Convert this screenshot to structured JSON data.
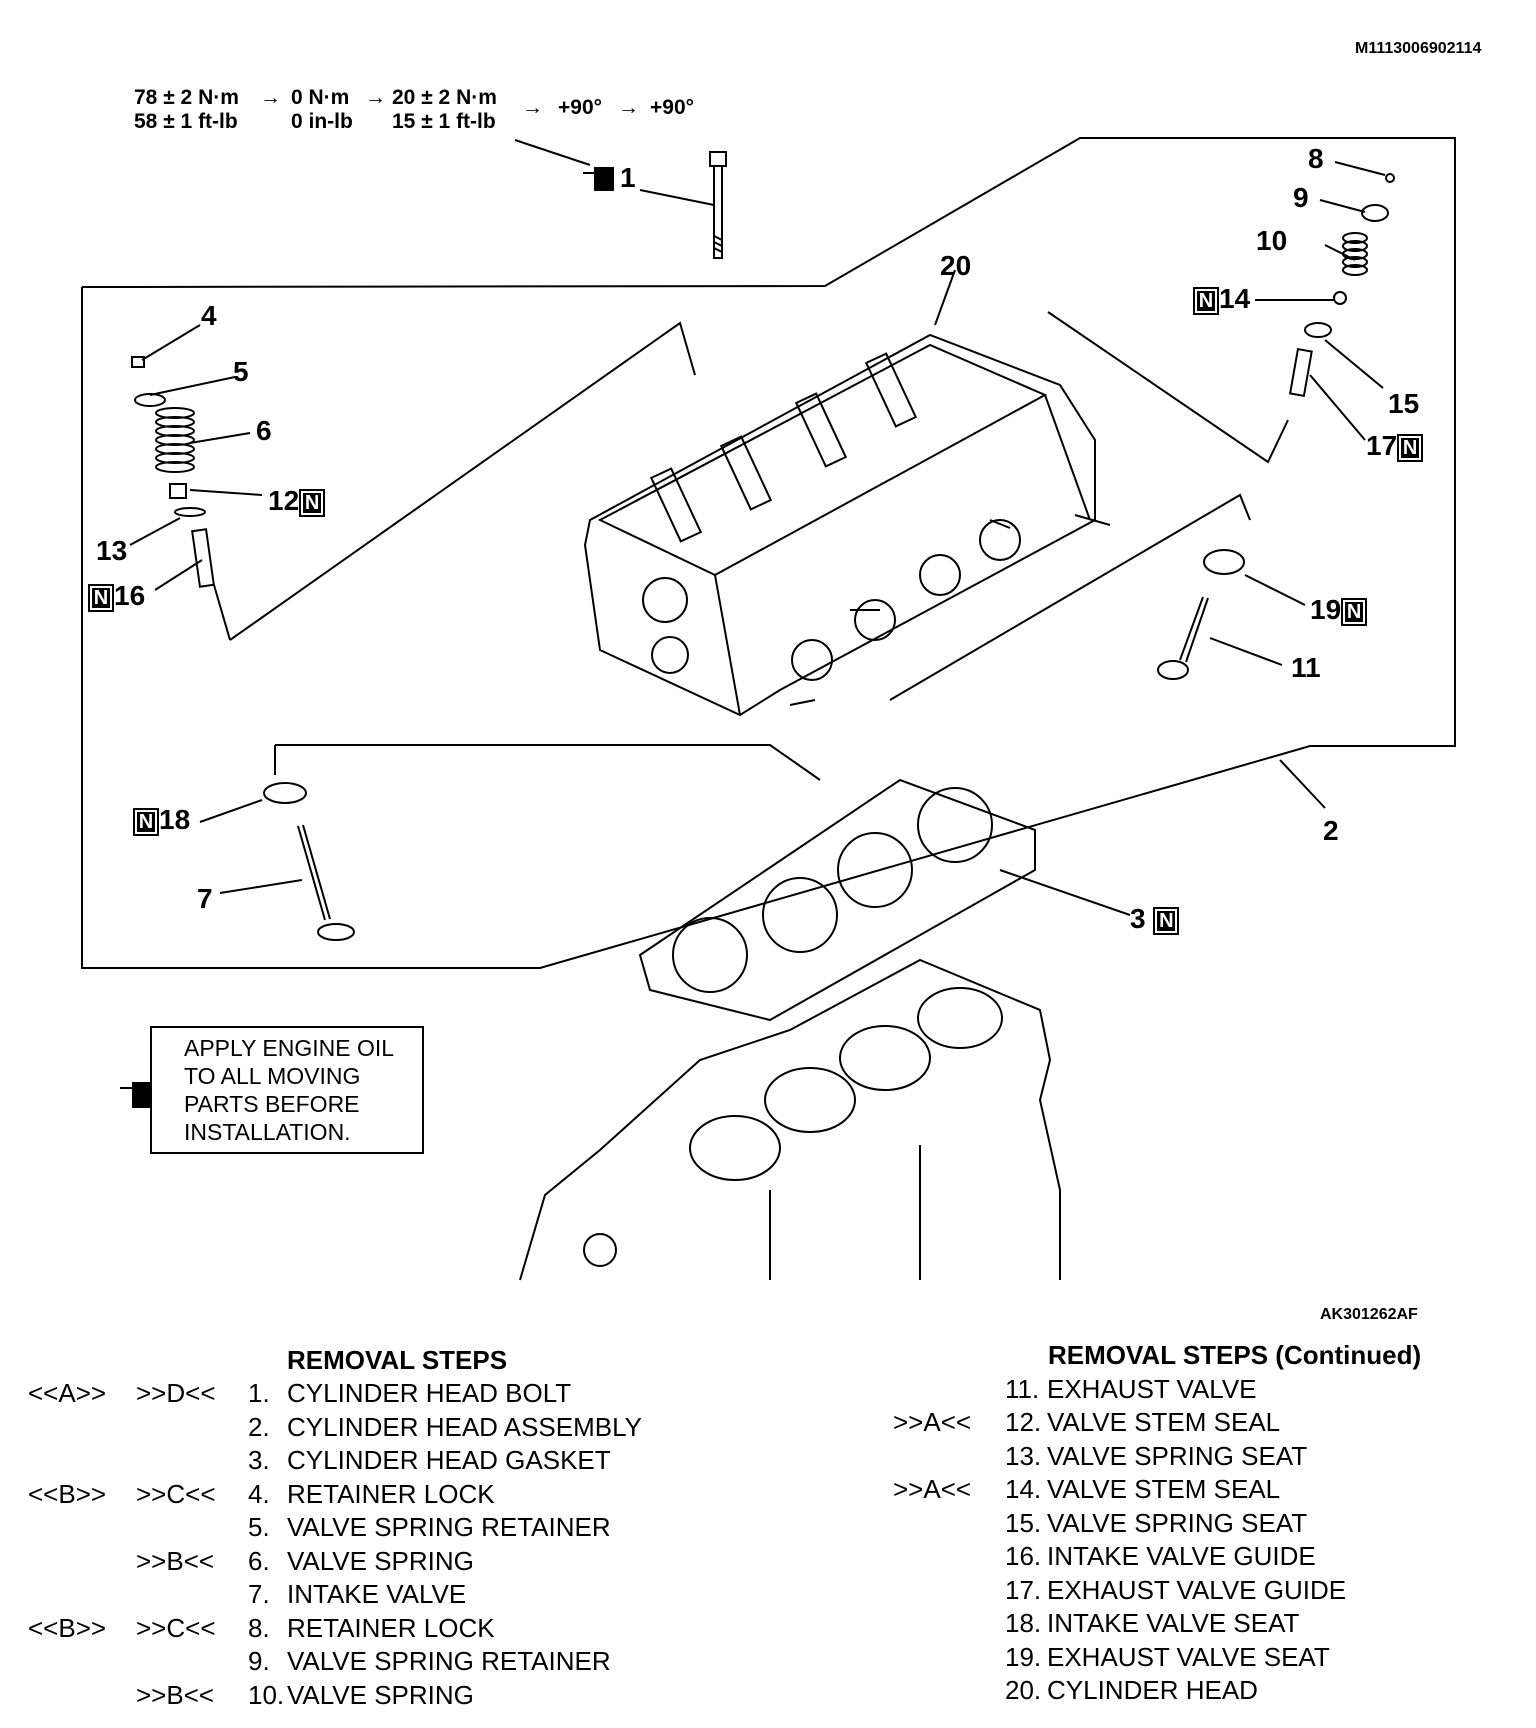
{
  "doc_id": "M1113006902114",
  "figure_id": "AK301262AF",
  "torque": {
    "line1": [
      "78 ± 2 N·m",
      "0 N·m",
      "20 ± 2 N·m",
      "+90°",
      "+90°"
    ],
    "line2": [
      "58 ± 1 ft-lb",
      "0 in-lb",
      "15 ± 1 ft-lb"
    ]
  },
  "callouts": {
    "c1": "1",
    "c2": "2",
    "c3": "3",
    "c4": "4",
    "c5": "5",
    "c6": "6",
    "c7": "7",
    "c8": "8",
    "c9": "9",
    "c10": "10",
    "c11": "11",
    "c12": "12",
    "c13": "13",
    "c14": "14",
    "c15": "15",
    "c16": "16",
    "c17": "17",
    "c18": "18",
    "c19": "19",
    "c20": "20",
    "n_mark": "N"
  },
  "note": "APPLY ENGINE OIL TO ALL MOVING PARTS BEFORE INSTALLATION.",
  "removal_steps": {
    "title": "REMOVAL STEPS",
    "title_continued": "REMOVAL STEPS (Continued)",
    "left": [
      {
        "m1": "<<A>>",
        "m2": ">>D<<",
        "num": "1.",
        "label": "CYLINDER HEAD BOLT"
      },
      {
        "m1": "",
        "m2": "",
        "num": "2.",
        "label": "CYLINDER HEAD ASSEMBLY"
      },
      {
        "m1": "",
        "m2": "",
        "num": "3.",
        "label": "CYLINDER HEAD GASKET"
      },
      {
        "m1": "<<B>>",
        "m2": ">>C<<",
        "num": "4.",
        "label": "RETAINER LOCK"
      },
      {
        "m1": "",
        "m2": "",
        "num": "5.",
        "label": "VALVE SPRING RETAINER"
      },
      {
        "m1": "",
        "m2": ">>B<<",
        "num": "6.",
        "label": "VALVE SPRING"
      },
      {
        "m1": "",
        "m2": "",
        "num": "7.",
        "label": "INTAKE VALVE"
      },
      {
        "m1": "<<B>>",
        "m2": ">>C<<",
        "num": "8.",
        "label": "RETAINER LOCK"
      },
      {
        "m1": "",
        "m2": "",
        "num": "9.",
        "label": "VALVE SPRING RETAINER"
      },
      {
        "m1": "",
        "m2": ">>B<<",
        "num": "10.",
        "label": "VALVE SPRING"
      }
    ],
    "right": [
      {
        "m": "",
        "num": "11.",
        "label": "EXHAUST VALVE"
      },
      {
        "m": ">>A<<",
        "num": "12.",
        "label": "VALVE STEM SEAL"
      },
      {
        "m": "",
        "num": "13.",
        "label": "VALVE SPRING SEAT"
      },
      {
        "m": ">>A<<",
        "num": "14.",
        "label": "VALVE STEM SEAL"
      },
      {
        "m": "",
        "num": "15.",
        "label": "VALVE SPRING SEAT"
      },
      {
        "m": "",
        "num": "16.",
        "label": "INTAKE VALVE GUIDE"
      },
      {
        "m": "",
        "num": "17.",
        "label": "EXHAUST VALVE GUIDE"
      },
      {
        "m": "",
        "num": "18.",
        "label": "INTAKE VALVE SEAT"
      },
      {
        "m": "",
        "num": "19.",
        "label": "EXHAUST VALVE SEAT"
      },
      {
        "m": "",
        "num": "20.",
        "label": "CYLINDER HEAD"
      }
    ]
  }
}
